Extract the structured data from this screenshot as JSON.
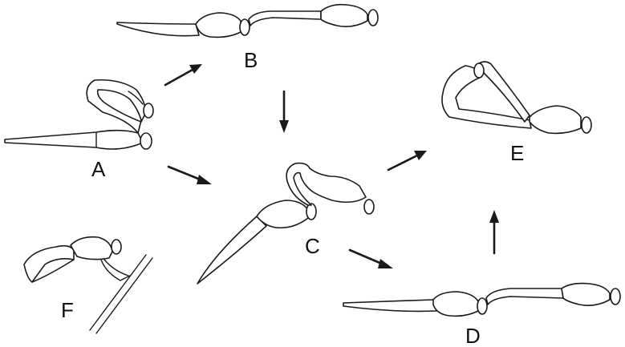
{
  "panels": {
    "a": {
      "label": "A"
    },
    "b": {
      "label": "B"
    },
    "c": {
      "label": "C"
    },
    "d": {
      "label": "D"
    },
    "e": {
      "label": "E"
    },
    "f": {
      "label": "F"
    }
  },
  "arrows": [
    {
      "from": "A",
      "to": "B"
    },
    {
      "from": "A",
      "to": "C"
    },
    {
      "from": "B",
      "to": "C"
    },
    {
      "from": "C",
      "to": "E"
    },
    {
      "from": "C",
      "to": "D"
    },
    {
      "from": "D",
      "to": "E"
    }
  ],
  "colors": {
    "stroke": "#1a1a1a",
    "background": "#ffffff"
  }
}
